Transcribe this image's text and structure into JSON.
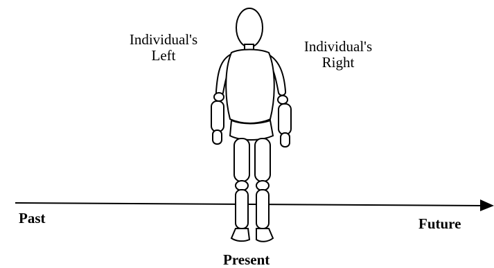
{
  "labels": {
    "individual_left_line1": "Individual's",
    "individual_left_line2": "Left",
    "individual_right_line1": "Individual's",
    "individual_right_line2": "Right",
    "past": "Past",
    "future": "Future",
    "present": "Present"
  },
  "figure": {
    "icon": "wooden-mannequin-icon",
    "view": "back"
  },
  "timeline": {
    "icon": "right-arrow-icon",
    "direction": "left-to-right"
  }
}
